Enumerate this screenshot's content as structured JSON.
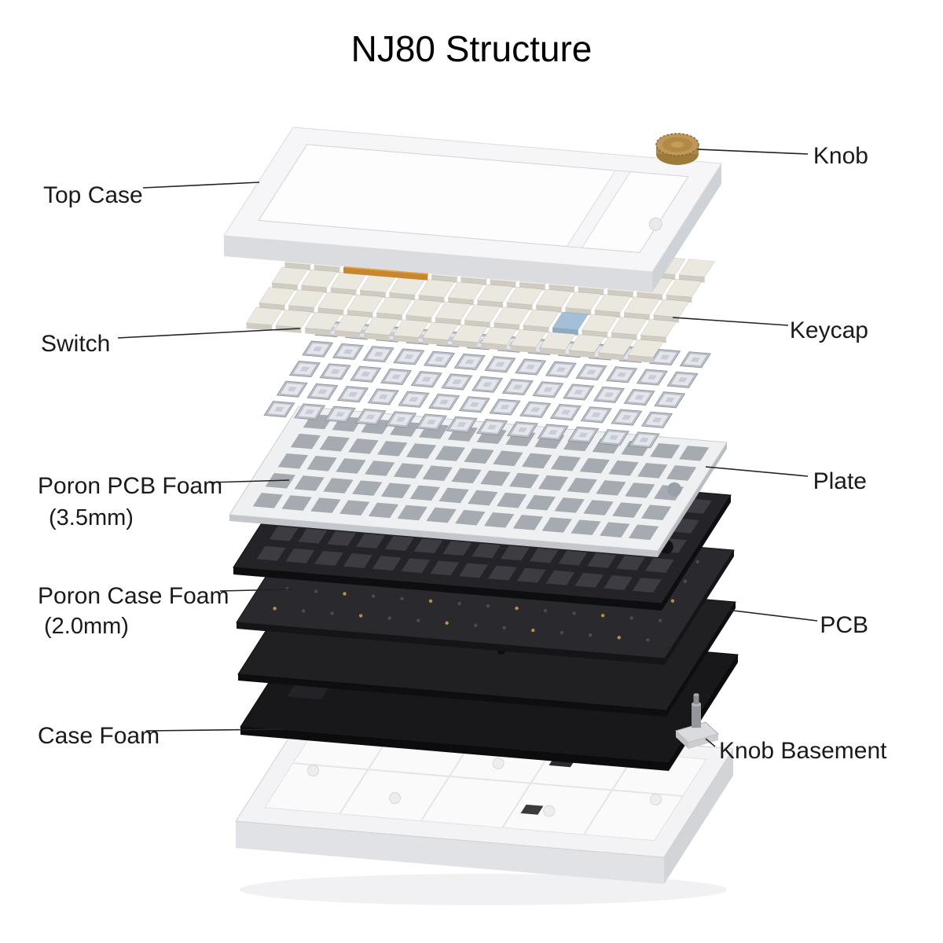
{
  "title": "NJ80 Structure",
  "labels": {
    "top_case": "Top Case",
    "knob": "Knob",
    "switch": "Switch",
    "keycap": "Keycap",
    "poron_pcb_foam": "Poron PCB Foam",
    "poron_pcb_foam_size": "(3.5mm)",
    "plate": "Plate",
    "poron_case_foam": "Poron Case Foam",
    "poron_case_foam_size": "(2.0mm)",
    "pcb": "PCB",
    "case_foam": "Case Foam",
    "knob_basement": "Knob Basement"
  },
  "colors": {
    "background": "#ffffff",
    "text": "#1a1a1a",
    "leader_line": "#222222",
    "top_case": "#f6f6f8",
    "bottom_case": "#f3f3f5",
    "keycap_base": "#ebe8e0",
    "keycap_accent_orange": "#e5a43c",
    "keycap_accent_blue": "#a3c0d8",
    "knob_gold": "#c0975a",
    "plate": "#eef0f2",
    "foam_dark": "#242428",
    "pcb_dark": "#2a2a2e"
  }
}
